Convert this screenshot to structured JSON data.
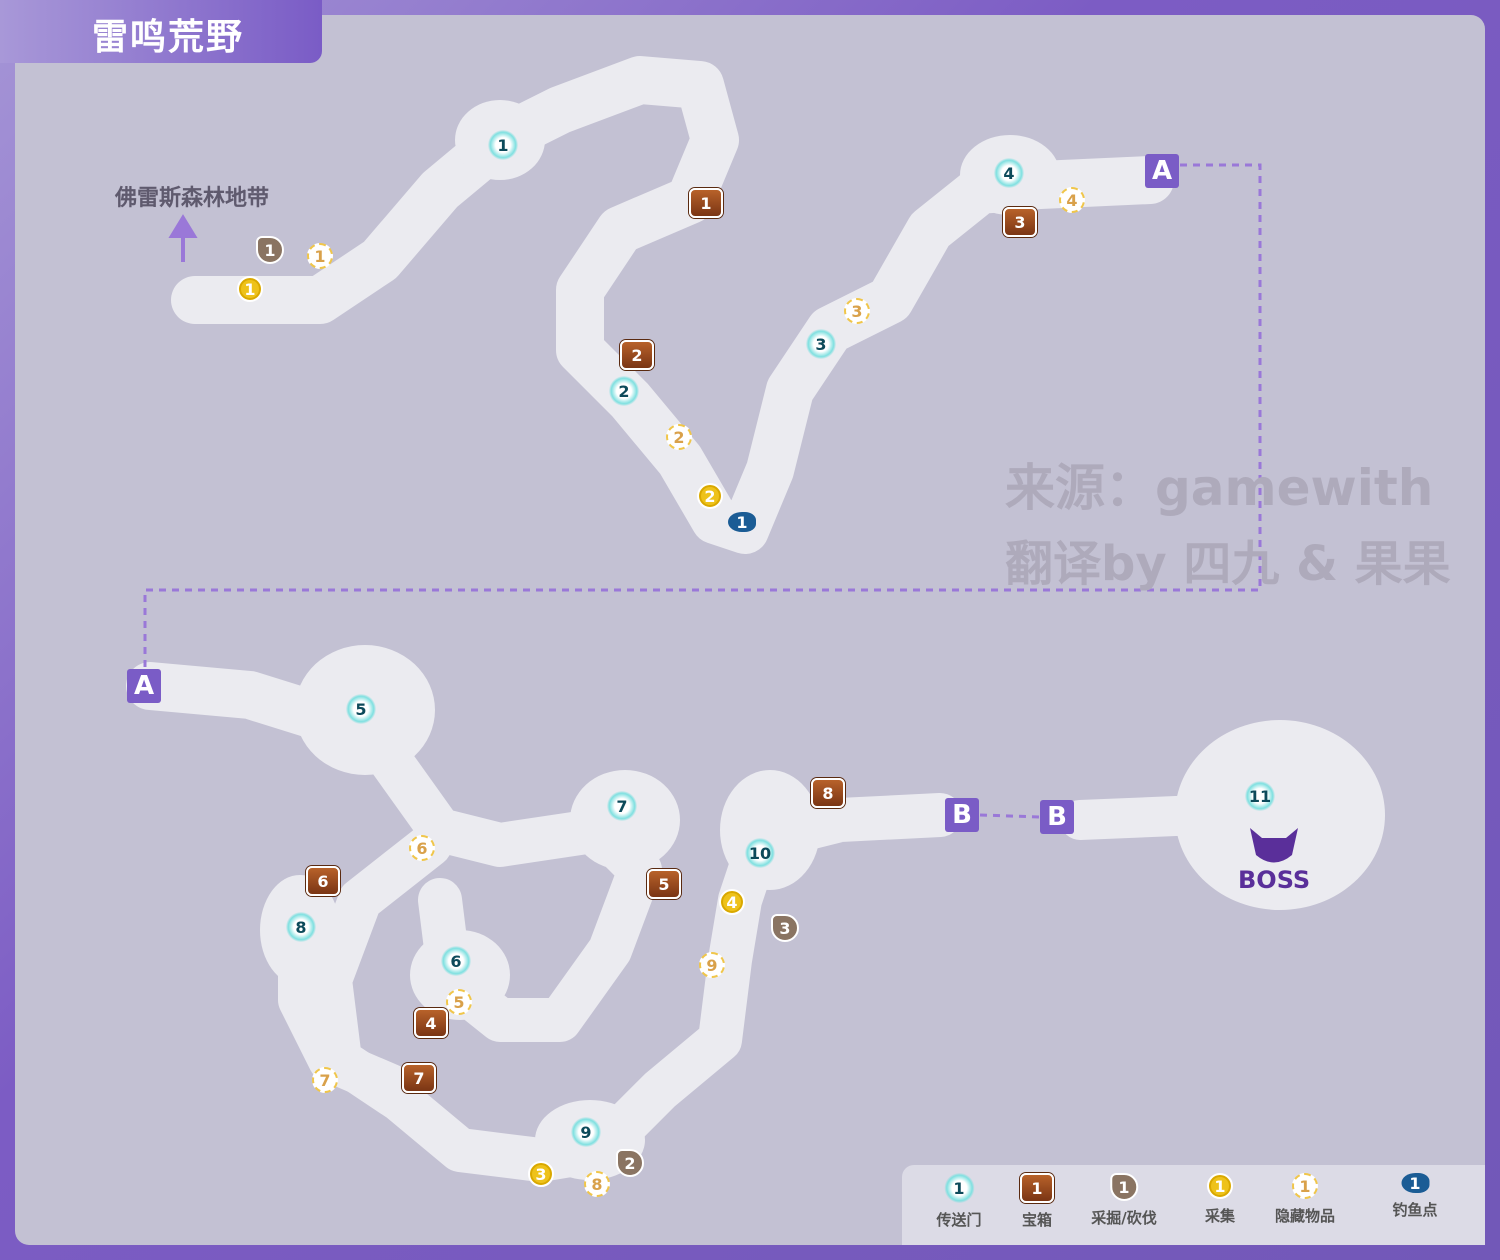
{
  "title": "雷鸣荒野",
  "exit_label": "佛雷斯森林地带",
  "watermark": {
    "line1": "来源：gamewith",
    "line2": "翻译by 四九 & 果果"
  },
  "boss_label": "BOSS",
  "gates": [
    "A",
    "A",
    "B",
    "B"
  ],
  "colors": {
    "frame": "#7a5cc6",
    "cave": "#ebebf0",
    "route": "#9a78d8"
  },
  "markers": {
    "portal": [
      "1",
      "2",
      "3",
      "4",
      "5",
      "6",
      "7",
      "8",
      "9",
      "10",
      "11"
    ],
    "chest": [
      "1",
      "2",
      "3",
      "4",
      "5",
      "6",
      "7",
      "8"
    ],
    "mine": [
      "1",
      "2",
      "3"
    ],
    "gather": [
      "1",
      "2",
      "3",
      "4"
    ],
    "hidden": [
      "1",
      "2",
      "3",
      "4",
      "5",
      "6",
      "7",
      "8",
      "9"
    ],
    "fish": [
      "1"
    ]
  },
  "legend": [
    {
      "type": "portal",
      "num": "1",
      "label": "传送门"
    },
    {
      "type": "chest",
      "num": "1",
      "label": "宝箱"
    },
    {
      "type": "mine",
      "num": "1",
      "label": "采掘/砍伐"
    },
    {
      "type": "gather",
      "num": "1",
      "label": "采集"
    },
    {
      "type": "hidden",
      "num": "1",
      "label": "隐藏物品"
    },
    {
      "type": "fish",
      "num": "1",
      "label": "钓鱼点"
    }
  ]
}
